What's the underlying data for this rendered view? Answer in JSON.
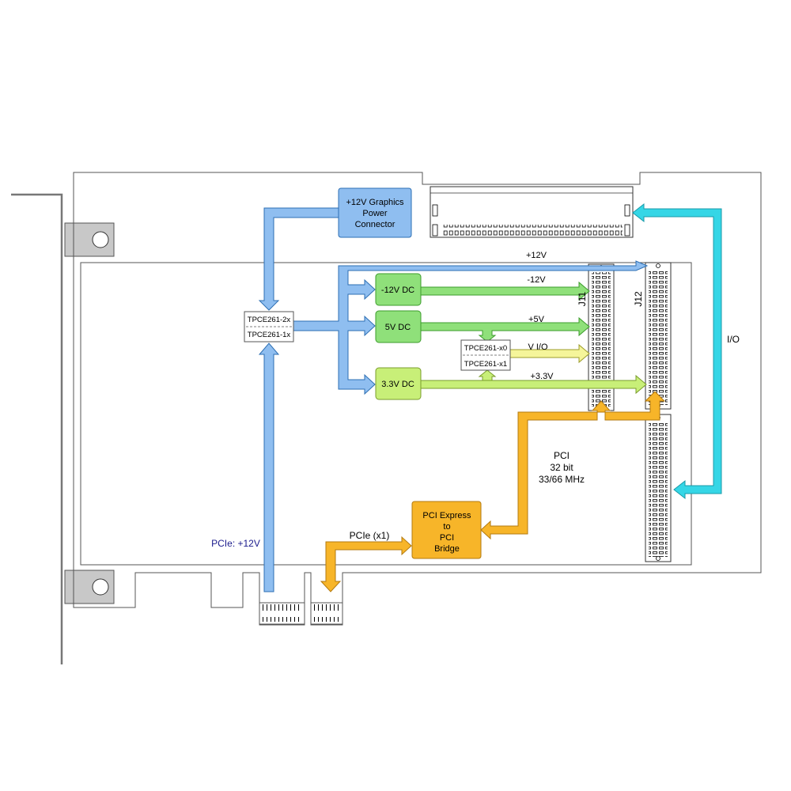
{
  "power_connector": {
    "line1": "+12V Graphics",
    "line2": "Power",
    "line3": "Connector"
  },
  "selector_left": {
    "top": "TPCE261-2x",
    "bottom": "TPCE261-1x"
  },
  "selector_mid": {
    "top": "TPCE261-x0",
    "bottom": "TPCE261-x1"
  },
  "regulators": {
    "neg12": "-12V DC",
    "v5": "5V DC",
    "v33": "3.3V DC"
  },
  "rails": {
    "p12": "+12V",
    "n12": "-12V",
    "p5": "+5V",
    "vio": "V I/O",
    "p33": "+3.3V"
  },
  "connectors": {
    "j11": "J11",
    "j12": "J12"
  },
  "io_label": "I/O",
  "pci_label": {
    "line1": "PCI",
    "line2": "32 bit",
    "line3": "33/66 MHz"
  },
  "bridge": {
    "line1": "PCI Express",
    "line2": "to",
    "line3": "PCI",
    "line4": "Bridge"
  },
  "pcie_x1": "PCIe (x1)",
  "pcie_12v": "PCIe: +12V",
  "colors": {
    "blue": "#8fbef0",
    "blue_stroke": "#2d6fb3",
    "green": "#8fe07a",
    "light_green": "#c8ef78",
    "yellow": "#f5f59a",
    "orange": "#f7b529",
    "cyan": "#35d6e6",
    "grey": "#c8c8c8"
  }
}
